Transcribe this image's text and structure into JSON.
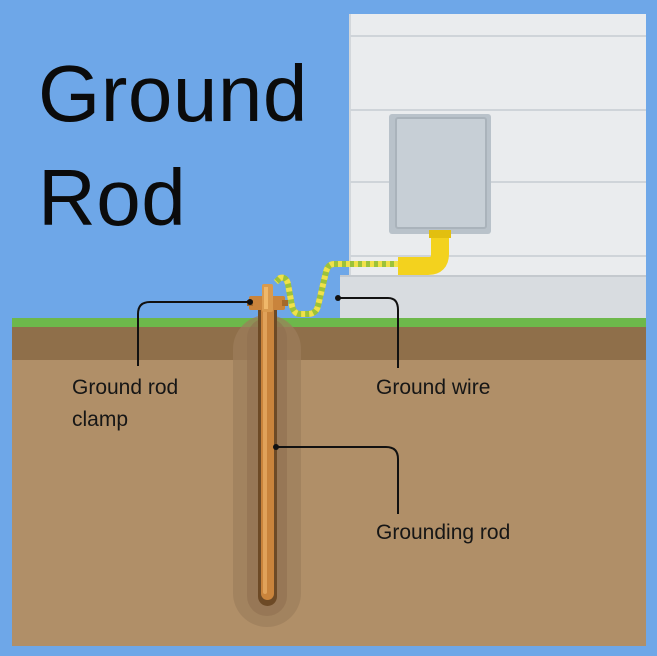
{
  "title": {
    "line1": "Ground",
    "line2": "Rod"
  },
  "labels": {
    "clamp_line1": "Ground rod",
    "clamp_line2": "clamp",
    "wire": "Ground wire",
    "rod": "Grounding rod"
  },
  "colors": {
    "sky": "#6ea7e8",
    "siding": "#eaecee",
    "grass": "#6db84b",
    "topsoil": "#8f6f4a",
    "subsoil": "#b08f68",
    "rod": "#c9843c",
    "conduit": "#f3d21e",
    "meter_box": "#c7cfd6",
    "ground_wire": "#9cc23a"
  }
}
